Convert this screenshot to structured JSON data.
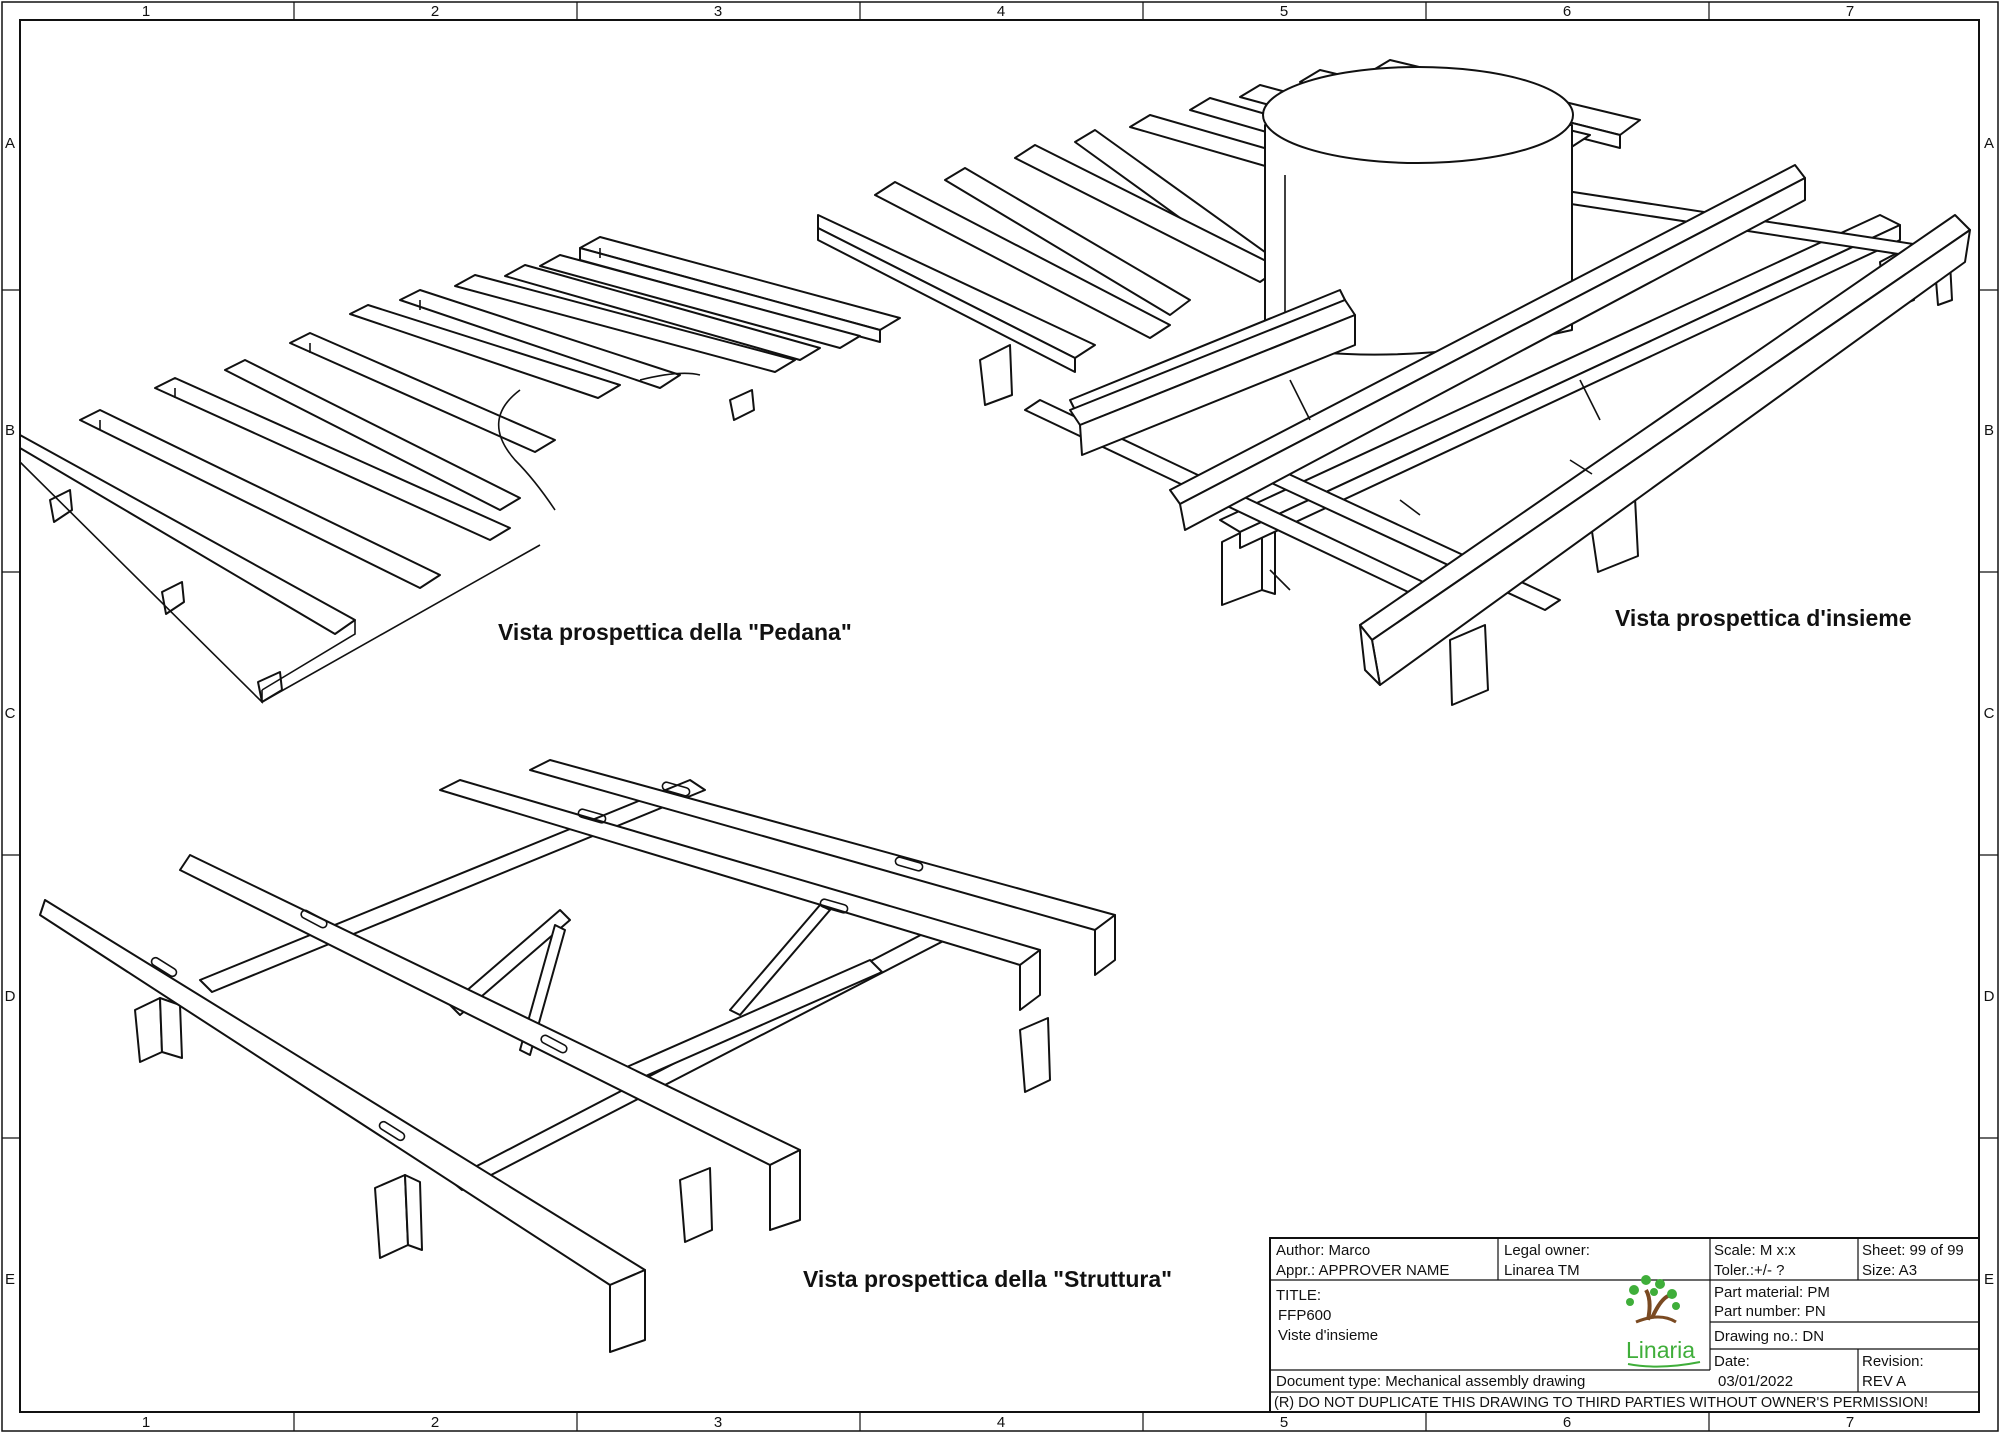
{
  "zones": {
    "cols": [
      "1",
      "2",
      "3",
      "4",
      "5",
      "6",
      "7"
    ],
    "rows": [
      "A",
      "B",
      "C",
      "D",
      "E"
    ]
  },
  "views": {
    "pedana": "Vista prospettica della \"Pedana\"",
    "insieme": "Vista prospettica d'insieme",
    "struttura": "Vista prospettica della \"Struttura\""
  },
  "title_block": {
    "author": "Author: Marco",
    "approver": "Appr.:  APPROVER NAME",
    "legal_owner_label": "Legal owner:",
    "legal_owner": "Linarea TM",
    "scale": "Scale: M x:x",
    "tolerance": "Toler.:+/- ?",
    "sheet": "Sheet: 99 of 99",
    "size": "Size:    A3",
    "title_label": "TITLE:",
    "title_code": "FFP600",
    "title_name": "Viste d'insieme",
    "brand": "Linaria",
    "part_material": "Part material:   PM",
    "part_number": "Part number:  PN",
    "drawing_no": "Drawing no.:  DN",
    "date_label": "Date:",
    "date": "03/01/2022",
    "revision_label": "Revision:",
    "revision": "REV A",
    "document_type": "Document type:   Mechanical assembly drawing",
    "notice": "(R) DO NOT DUPLICATE THIS DRAWING TO THIRD PARTIES WITHOUT OWNER'S PERMISSION!"
  }
}
